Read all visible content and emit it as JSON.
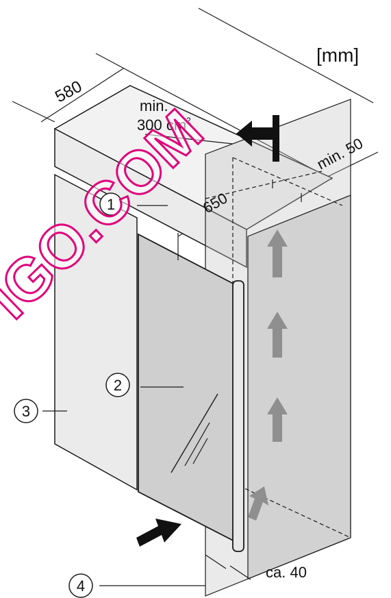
{
  "units": "[mm]",
  "dimensions": {
    "width": "580",
    "depth": "650",
    "top_gap": "min. 50",
    "vent_line1": "min.",
    "vent_line2": "300 cm",
    "vent_sup": "2",
    "bottom_gap": "ca. 40"
  },
  "callouts": [
    "1",
    "2",
    "3",
    "4"
  ],
  "watermark": "IGO.COM",
  "colors": {
    "line": "#1a1a1a",
    "cabinet_fill": "#ebebeb",
    "door_fill": "#cfcfcf",
    "translucent_fill": "#bdbdbd",
    "arrow_gray": "#8f8f8f",
    "watermark": "#e0007a"
  },
  "icons": [
    "black-airflow-arrow-icon",
    "gray-airflow-arrow-icon",
    "circled-number-icon"
  ]
}
